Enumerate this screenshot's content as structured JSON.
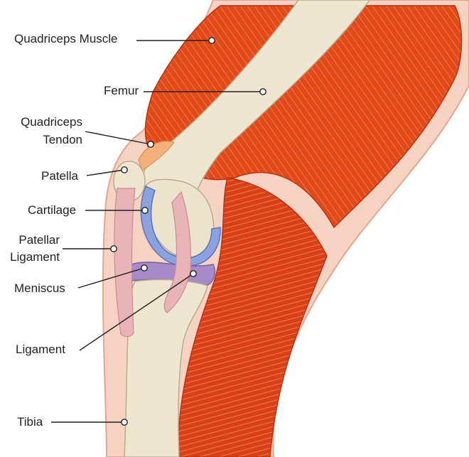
{
  "labels": {
    "quadriceps_muscle": "Quadriceps Muscle",
    "femur": "Femur",
    "quadriceps_tendon_line1": "Quadriceps",
    "quadriceps_tendon_line2": "Tendon",
    "patella": "Patella",
    "cartilage": "Cartilage",
    "patellar_ligament_line1": "Patellar",
    "patellar_ligament_line2": "Ligament",
    "meniscus": "Meniscus",
    "ligament": "Ligament",
    "tibia": "Tibia"
  },
  "colors": {
    "muscle": "#e24a1c",
    "muscle_dark": "#c23512",
    "bone": "#efe6d2",
    "cartilage": "#8aa2e0",
    "meniscus": "#a98ac9",
    "ligament": "#e8b4b8",
    "skin": "#f6d2c2",
    "label_text": "#222222"
  }
}
